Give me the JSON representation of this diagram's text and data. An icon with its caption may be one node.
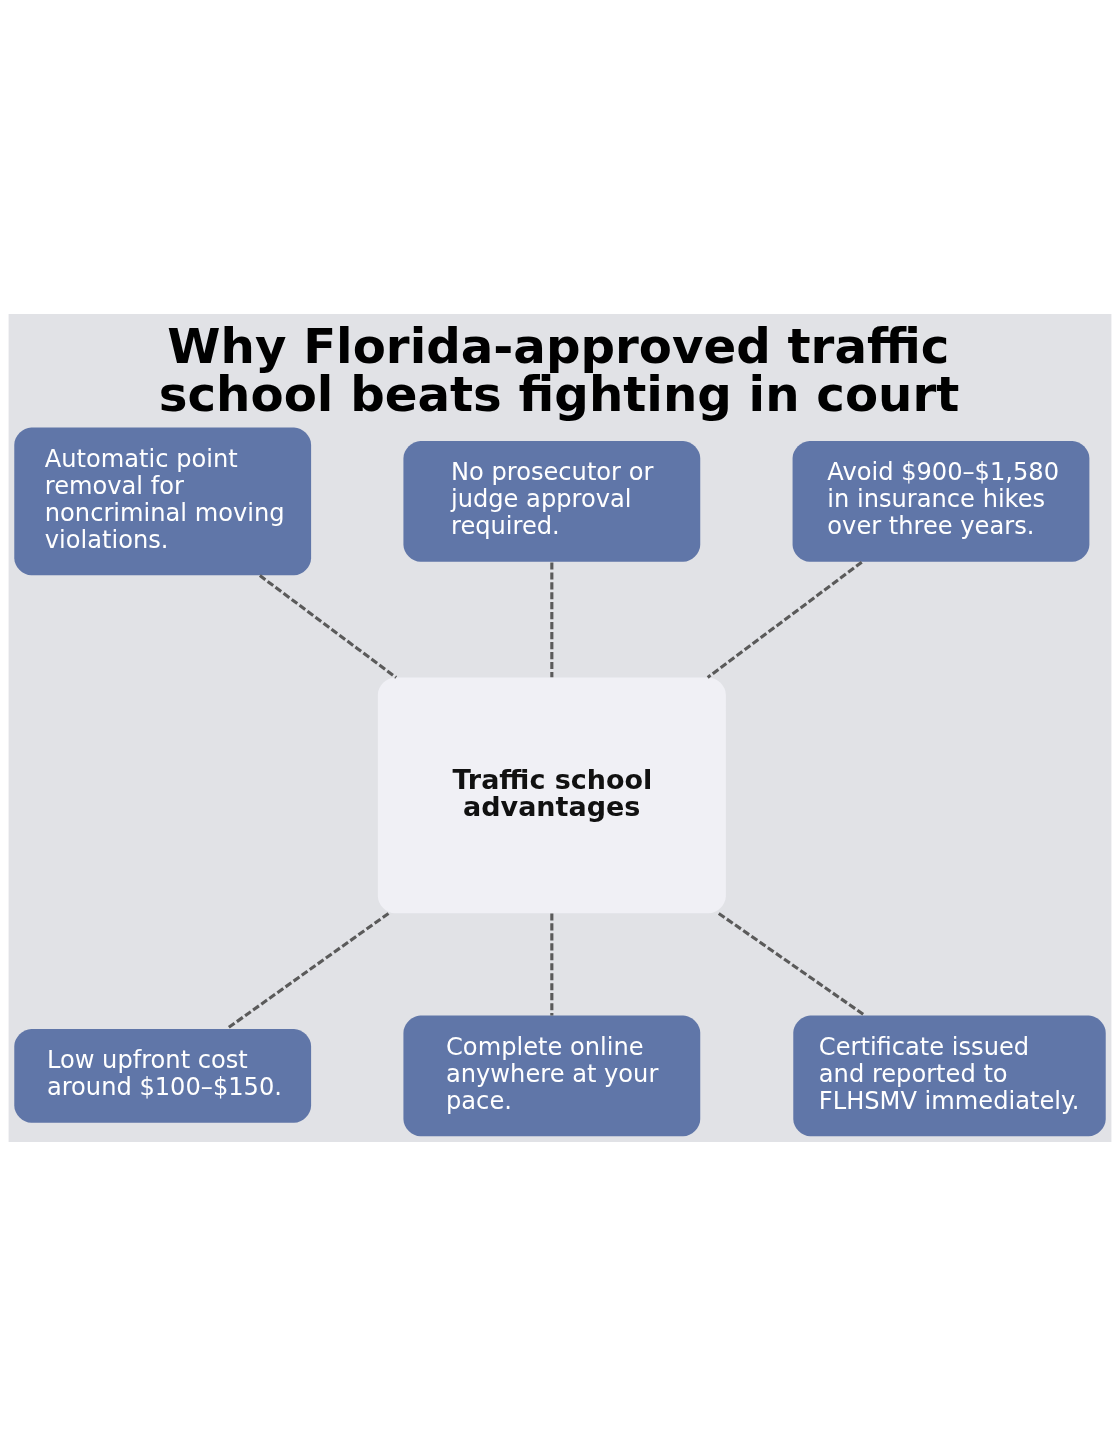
{
  "diagram": {
    "title": "Why Florida-approved traffic school beats fighting in court",
    "nodes": [
      {
        "text": [
          "Automatic point removal for noncriminal moving violations."
        ]
      },
      {
        "text": [
          "No prosecutor or judge approval required."
        ]
      },
      {
        "text": [
          "Avoid $900–$1,580 in insurance hikes over three years."
        ]
      },
      {
        "text": [
          "Traffic school advantages"
        ]
      },
      {
        "text": [
          "Low upfront cost around $100–$150."
        ]
      },
      {
        "text": [
          "Complete online anywhere at your pace."
        ]
      },
      {
        "text": [
          "Certificate issued and reported to FLHSMV immediately."
        ]
      }
    ],
    "edges": [
      {
        "from": 0,
        "to": 3,
        "arrow": "none",
        "style": "dashed"
      },
      {
        "from": 1,
        "to": 3,
        "arrow": "none",
        "style": "dashed"
      },
      {
        "from": 2,
        "to": 3,
        "arrow": "none",
        "style": "dashed"
      },
      {
        "from": 3,
        "to": 4,
        "arrow": "none",
        "style": "dashed"
      },
      {
        "from": 3,
        "to": 5,
        "arrow": "none",
        "style": "dashed"
      },
      {
        "from": 3,
        "to": 6,
        "arrow": "none",
        "style": "dashed"
      }
    ]
  }
}
